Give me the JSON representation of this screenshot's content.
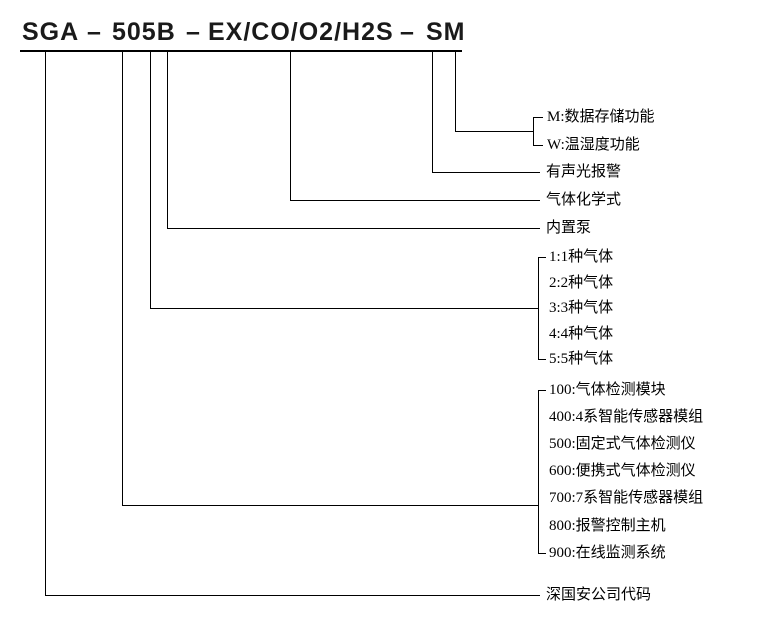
{
  "title": {
    "parts": [
      "SGA",
      "505B",
      "EX/CO/O2/H2S",
      "SM"
    ],
    "separator": "–"
  },
  "annotations": {
    "m_option": "M:数据存储功能",
    "w_option": "W:温湿度功能",
    "alarm": "有声光报警",
    "gas_formula": "气体化学式",
    "built_in_pump": "内置泵",
    "company_code": "深国安公司代码"
  },
  "gas_count_options": {
    "items": [
      "1:1种气体",
      "2:2种气体",
      "3:3种气体",
      "4:4种气体",
      "5:5种气体"
    ]
  },
  "product_series_options": {
    "items": [
      "100:气体检测模块",
      "400:4系智能传感器模组",
      "500:固定式气体检测仪",
      "600:便携式气体检测仪",
      "700:7系智能传感器模组",
      "800:报警控制主机",
      "900:在线监测系统"
    ]
  },
  "colors": {
    "line": "#000000",
    "text": "#000000",
    "background": "#ffffff"
  }
}
